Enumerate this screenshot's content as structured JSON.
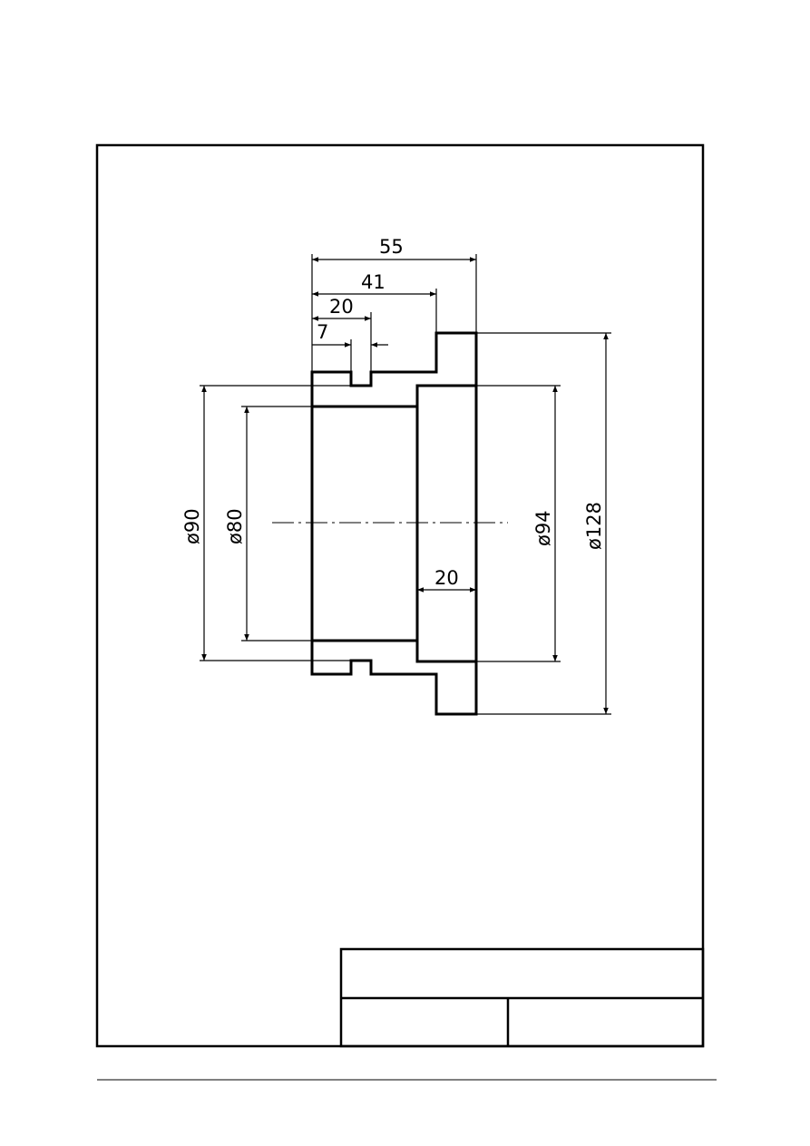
{
  "drawing": {
    "dimensions": {
      "total_length": "55",
      "flange_start": "41",
      "groove_end": "20",
      "groove_start": "7",
      "bore_depth": "20",
      "outer_diameter_left": "ø90",
      "bore_diameter_left": "ø80",
      "bore_diameter_right": "ø94",
      "flange_diameter": "ø128"
    },
    "title_block": {
      "title": "",
      "cell_left": "",
      "cell_right": ""
    }
  }
}
